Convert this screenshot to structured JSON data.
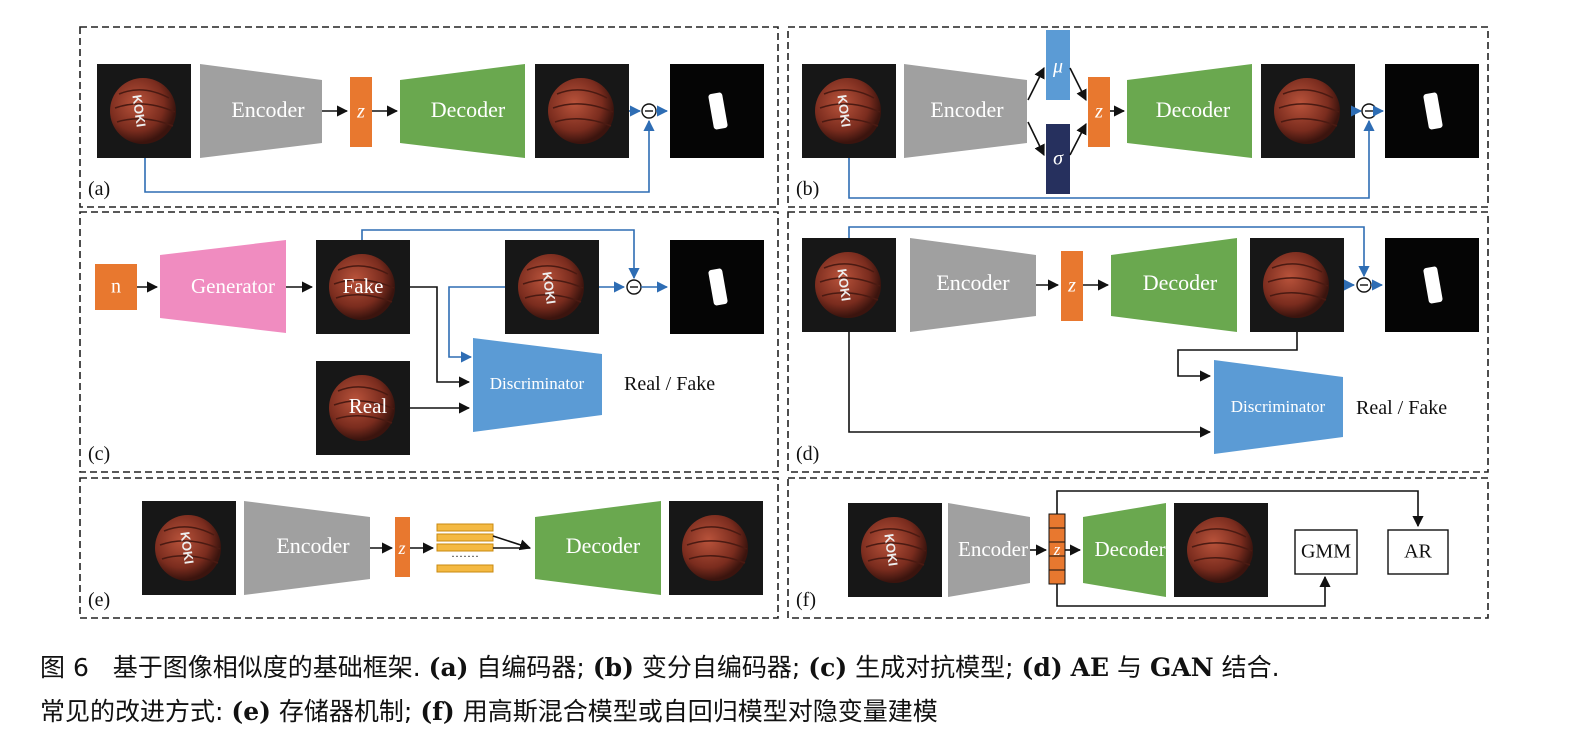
{
  "panels": {
    "a": {
      "label": "(a)",
      "encoder": "Encoder",
      "z": "z",
      "decoder": "Decoder",
      "minus": "⊖"
    },
    "b": {
      "label": "(b)",
      "encoder": "Encoder",
      "mu": "μ",
      "sigma": "σ",
      "z": "z",
      "decoder": "Decoder",
      "minus": "⊖"
    },
    "c": {
      "label": "(c)",
      "noise": "n",
      "generator": "Generator",
      "fake": "Fake",
      "real": "Real",
      "discriminator": "Discriminator",
      "output": "Real / Fake",
      "minus": "⊖"
    },
    "d": {
      "label": "(d)",
      "encoder": "Encoder",
      "z": "z",
      "decoder": "Decoder",
      "discriminator": "Discriminator",
      "output": "Real / Fake",
      "minus": "⊖"
    },
    "e": {
      "label": "(e)",
      "encoder": "Encoder",
      "z": "z",
      "decoder": "Decoder",
      "memory_dots": "·······"
    },
    "f": {
      "label": "(f)",
      "encoder": "Encoder",
      "z": "z",
      "decoder": "Decoder",
      "gmm": "GMM",
      "ar": "AR"
    }
  },
  "image_label_text": "KOKI",
  "colors": {
    "encoder": "#a0a0a0",
    "decoder": "#6aa84f",
    "latent": "#e8782f",
    "generator": "#f08cc0",
    "discriminator": "#5b9bd5",
    "mu": "#5b9bd5",
    "sigma": "#26305e",
    "arrow_black": "#111111",
    "arrow_blue": "#2e6db4",
    "memory": "#f4b942",
    "image_bg": "#171717",
    "ball": "#9a3b29"
  },
  "caption": {
    "line1": {
      "fig_label": "图 6",
      "title": "基于图像相似度的基础框架.",
      "a_label": "(a)",
      "a_text": "自编码器;",
      "b_label": "(b)",
      "b_text": "变分自编码器;",
      "c_label": "(c)",
      "c_text": "生成对抗模型;",
      "d_label": "(d)",
      "d_bold": "AE",
      "d_mid": "与",
      "d_bold2": "GAN",
      "d_text": "结合."
    },
    "line2": {
      "lead": "常见的改进方式:",
      "e_label": "(e)",
      "e_text": "存储器机制;",
      "f_label": "(f)",
      "f_text": "用高斯混合模型或自回归模型对隐变量建模"
    }
  }
}
